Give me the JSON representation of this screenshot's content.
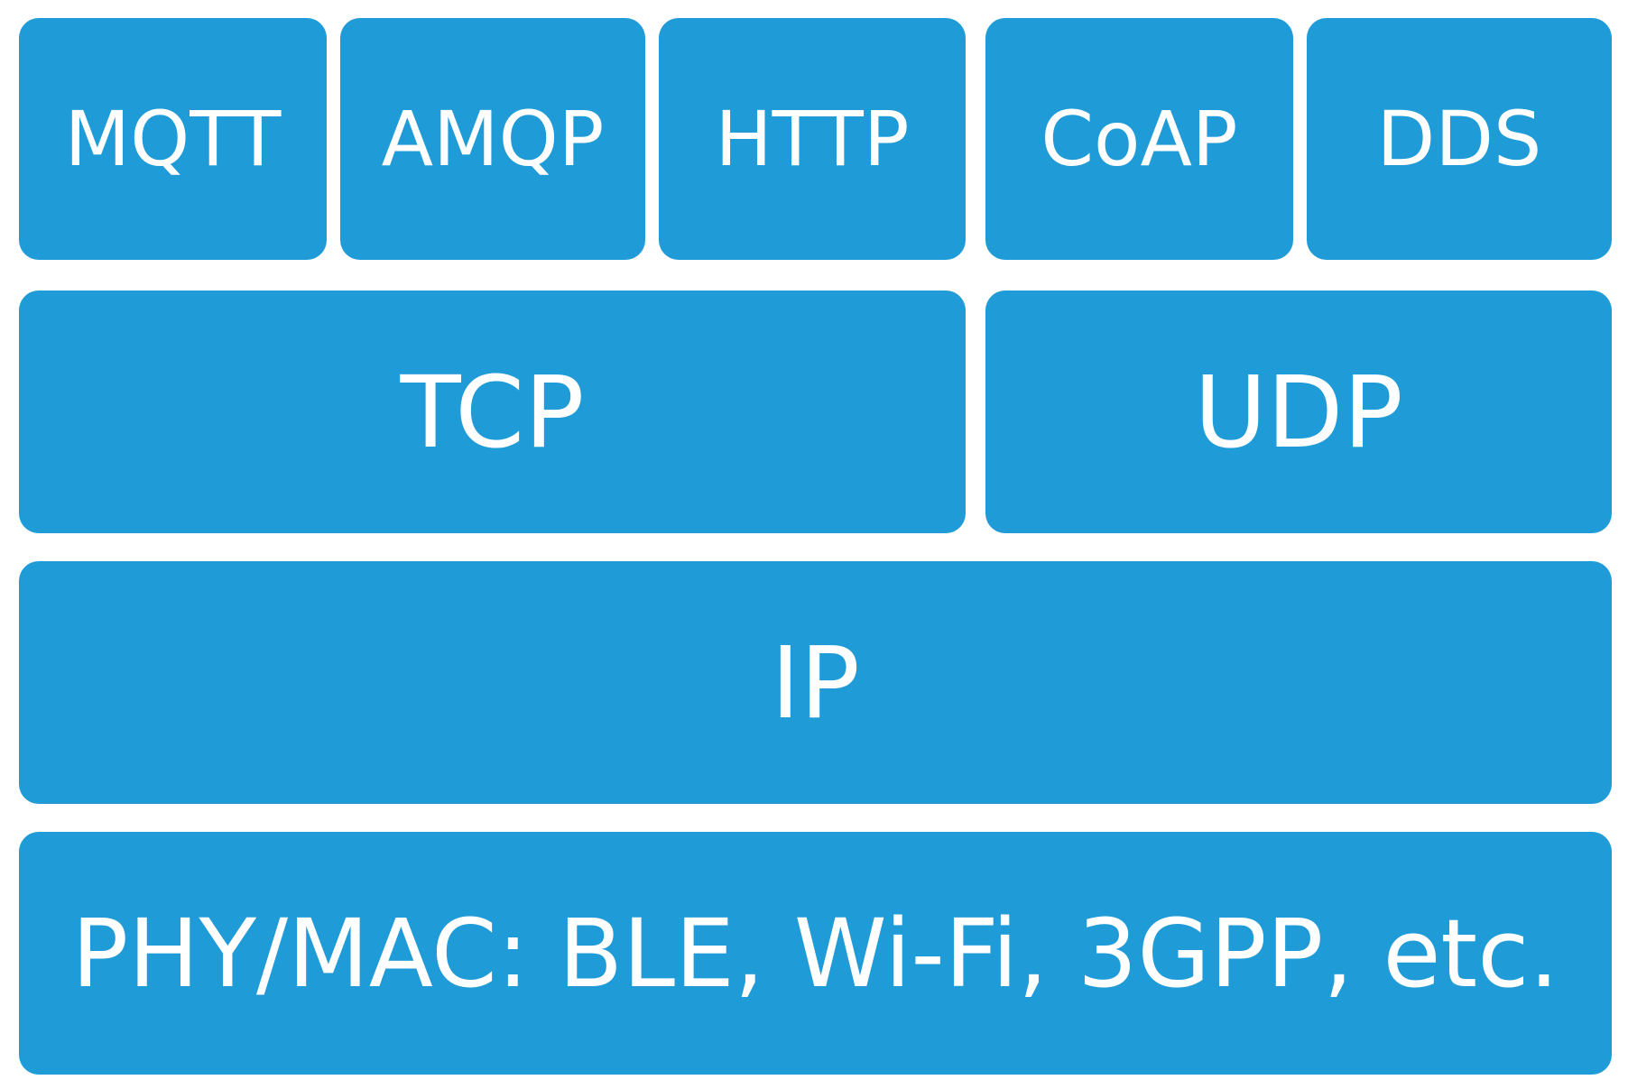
{
  "colors": {
    "block_fill": "#1f9bd7",
    "block_text": "#ffffff",
    "background": "#ffffff"
  },
  "layers": {
    "application": [
      "MQTT",
      "AMQP",
      "HTTP",
      "CoAP",
      "DDS"
    ],
    "transport": [
      "TCP",
      "UDP"
    ],
    "network": "IP",
    "link": "PHY/MAC: BLE, Wi-Fi, 3GPP, etc."
  }
}
